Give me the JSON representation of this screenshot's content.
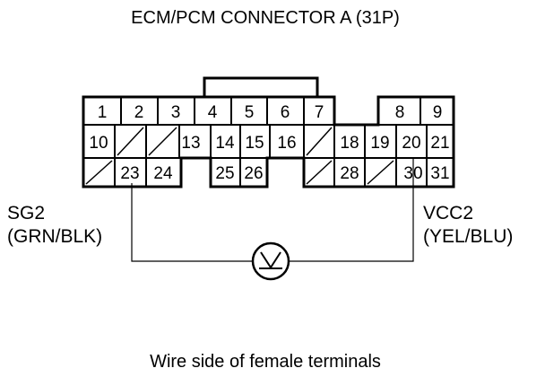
{
  "title": "ECM/PCM CONNECTOR A (31P)",
  "caption": "Wire side of female terminals",
  "left_probe": {
    "name": "SG2",
    "wire": "(GRN/BLK)"
  },
  "right_probe": {
    "name": "VCC2",
    "wire": "(YEL/BLU)"
  },
  "meter": {
    "symbol": "V",
    "icon": "voltmeter-icon"
  },
  "connector": {
    "row1": [
      "1",
      "2",
      "3",
      "4",
      "5",
      "6",
      "7",
      "8",
      "9"
    ],
    "row2": [
      "10",
      "",
      "",
      "13",
      "14",
      "15",
      "16",
      "",
      "18",
      "19",
      "20",
      "21"
    ],
    "row3": [
      "",
      "23",
      "24",
      "25",
      "26",
      "",
      "28",
      "",
      "30",
      "31"
    ]
  }
}
